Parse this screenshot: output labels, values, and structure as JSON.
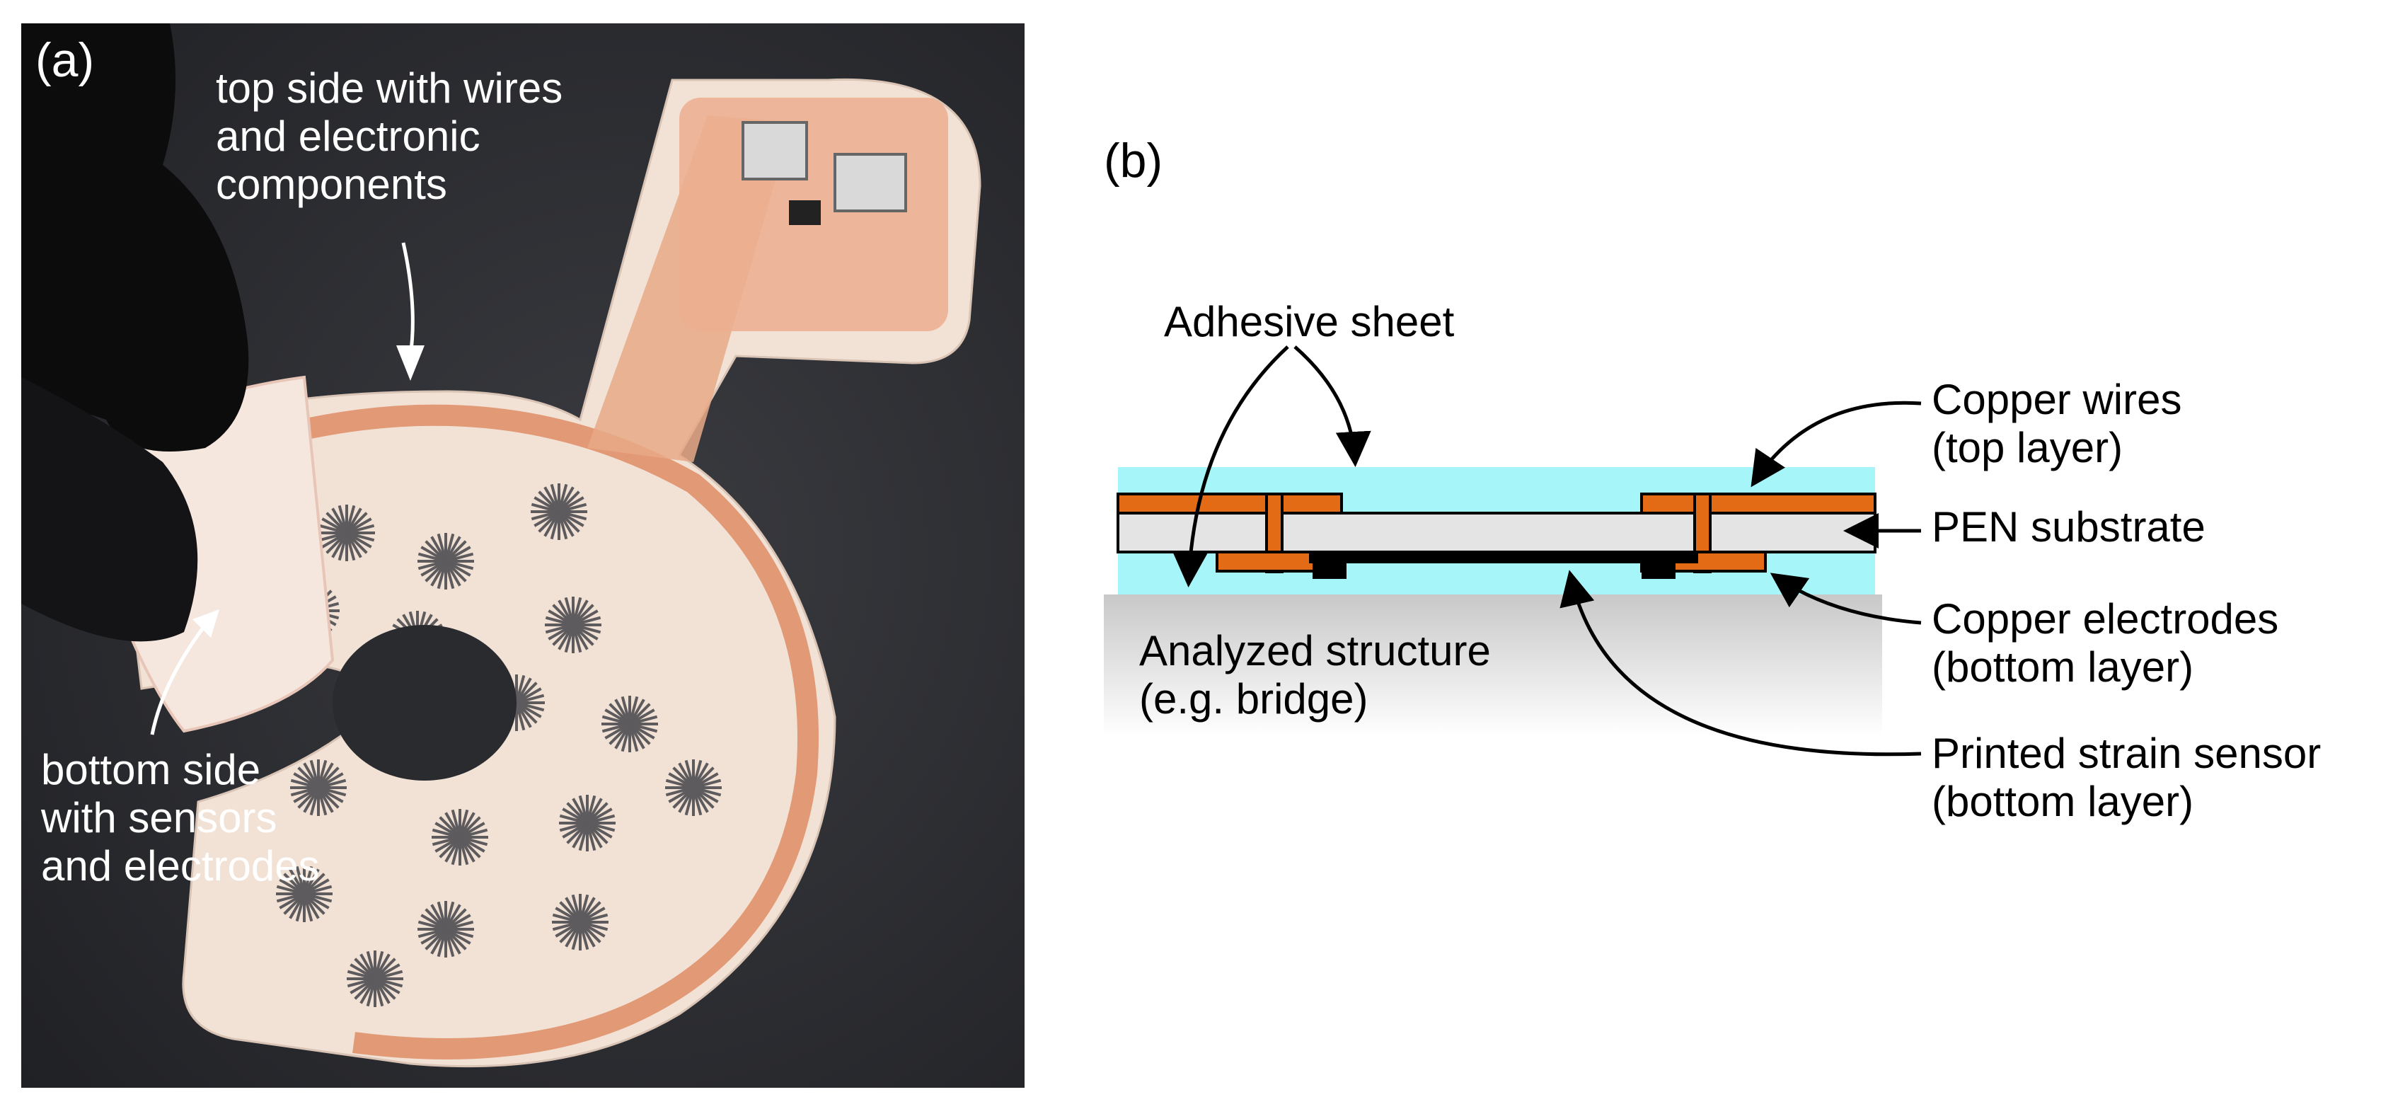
{
  "panel_a": {
    "tag": "(a)",
    "top_note": [
      "top side with wires",
      "and electronic",
      "components"
    ],
    "bottom_note": [
      "bottom side",
      "with sensors",
      "and electrodes"
    ]
  },
  "panel_b": {
    "tag": "(b)",
    "labels": {
      "adhesive": "Adhesive sheet",
      "copper_wires": [
        "Copper wires",
        "(top layer)"
      ],
      "pen": "PEN substrate",
      "copper_electrodes": [
        "Copper electrodes",
        "(bottom layer)"
      ],
      "sensor": [
        "Printed strain sensor",
        "(bottom layer)"
      ],
      "structure": [
        "Analyzed structure",
        "(e.g. bridge)"
      ]
    },
    "colors": {
      "adhesive": "#a6f5f8",
      "copper": "#e36b16",
      "substrate": "#e4e4e4",
      "structure": "#cfcfcf",
      "sensor": "#000000"
    }
  },
  "icons": [
    "glove-hand-icon",
    "flexible-pcb-photo",
    "arrow-icon"
  ]
}
